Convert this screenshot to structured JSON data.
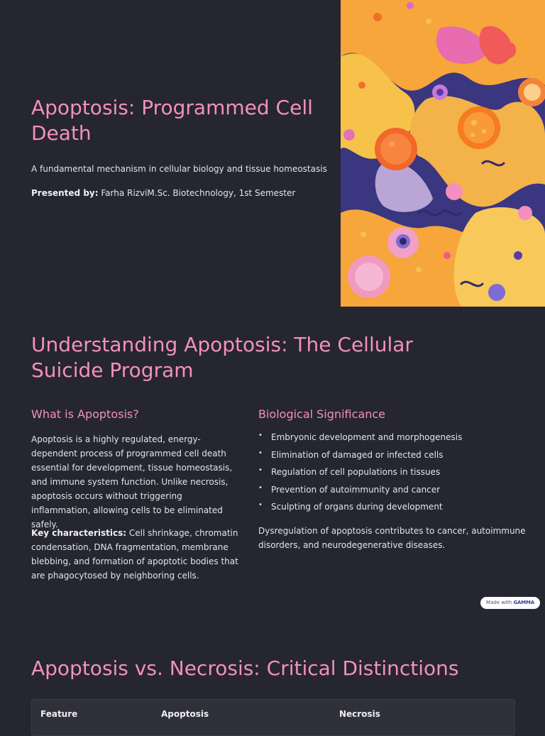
{
  "slide1": {
    "title": "Apoptosis: Programmed Cell Death",
    "subtitle": "A fundamental mechanism in cellular biology and tissue homeostasis",
    "presenter_label": "Presented by:",
    "presenter_value": " Farha RizviM.Sc. Biotechnology, 1st Semester",
    "image_icon": "cell-illustration-icon"
  },
  "slide2": {
    "title": "Understanding Apoptosis: The Cellular Suicide Program",
    "what": {
      "heading": "What is Apoptosis?",
      "p1": "Apoptosis is a highly regulated, energy-dependent process of programmed cell death essential for development, tissue homeostasis, and immune system function. Unlike necrosis, apoptosis occurs without triggering inflammation, allowing cells to be eliminated safely.",
      "p2_label": "Key characteristics:",
      "p2_text": " Cell shrinkage, chromatin condensation, DNA fragmentation, membrane blebbing, and formation of apoptotic bodies that are phagocytosed by neighboring cells."
    },
    "significance": {
      "heading": "Biological Significance",
      "items": [
        "Embryonic development and morphogenesis",
        "Elimination of damaged or infected cells",
        "Regulation of cell populations in tissues",
        "Prevention of autoimmunity and cancer",
        "Sculpting of organs during development"
      ],
      "footer": "Dysregulation of apoptosis contributes to cancer, autoimmune disorders, and neurodegenerative diseases."
    }
  },
  "badge": {
    "prefix": "Made with ",
    "brand": "GAMMA"
  },
  "slide3": {
    "title": "Apoptosis vs. Necrosis: Critical Distinctions",
    "table_headers": [
      "Feature",
      "Apoptosis",
      "Necrosis"
    ]
  },
  "colors": {
    "background": "#252630",
    "accent_pink": "#f48fc0",
    "text": "#e4e4e8"
  }
}
